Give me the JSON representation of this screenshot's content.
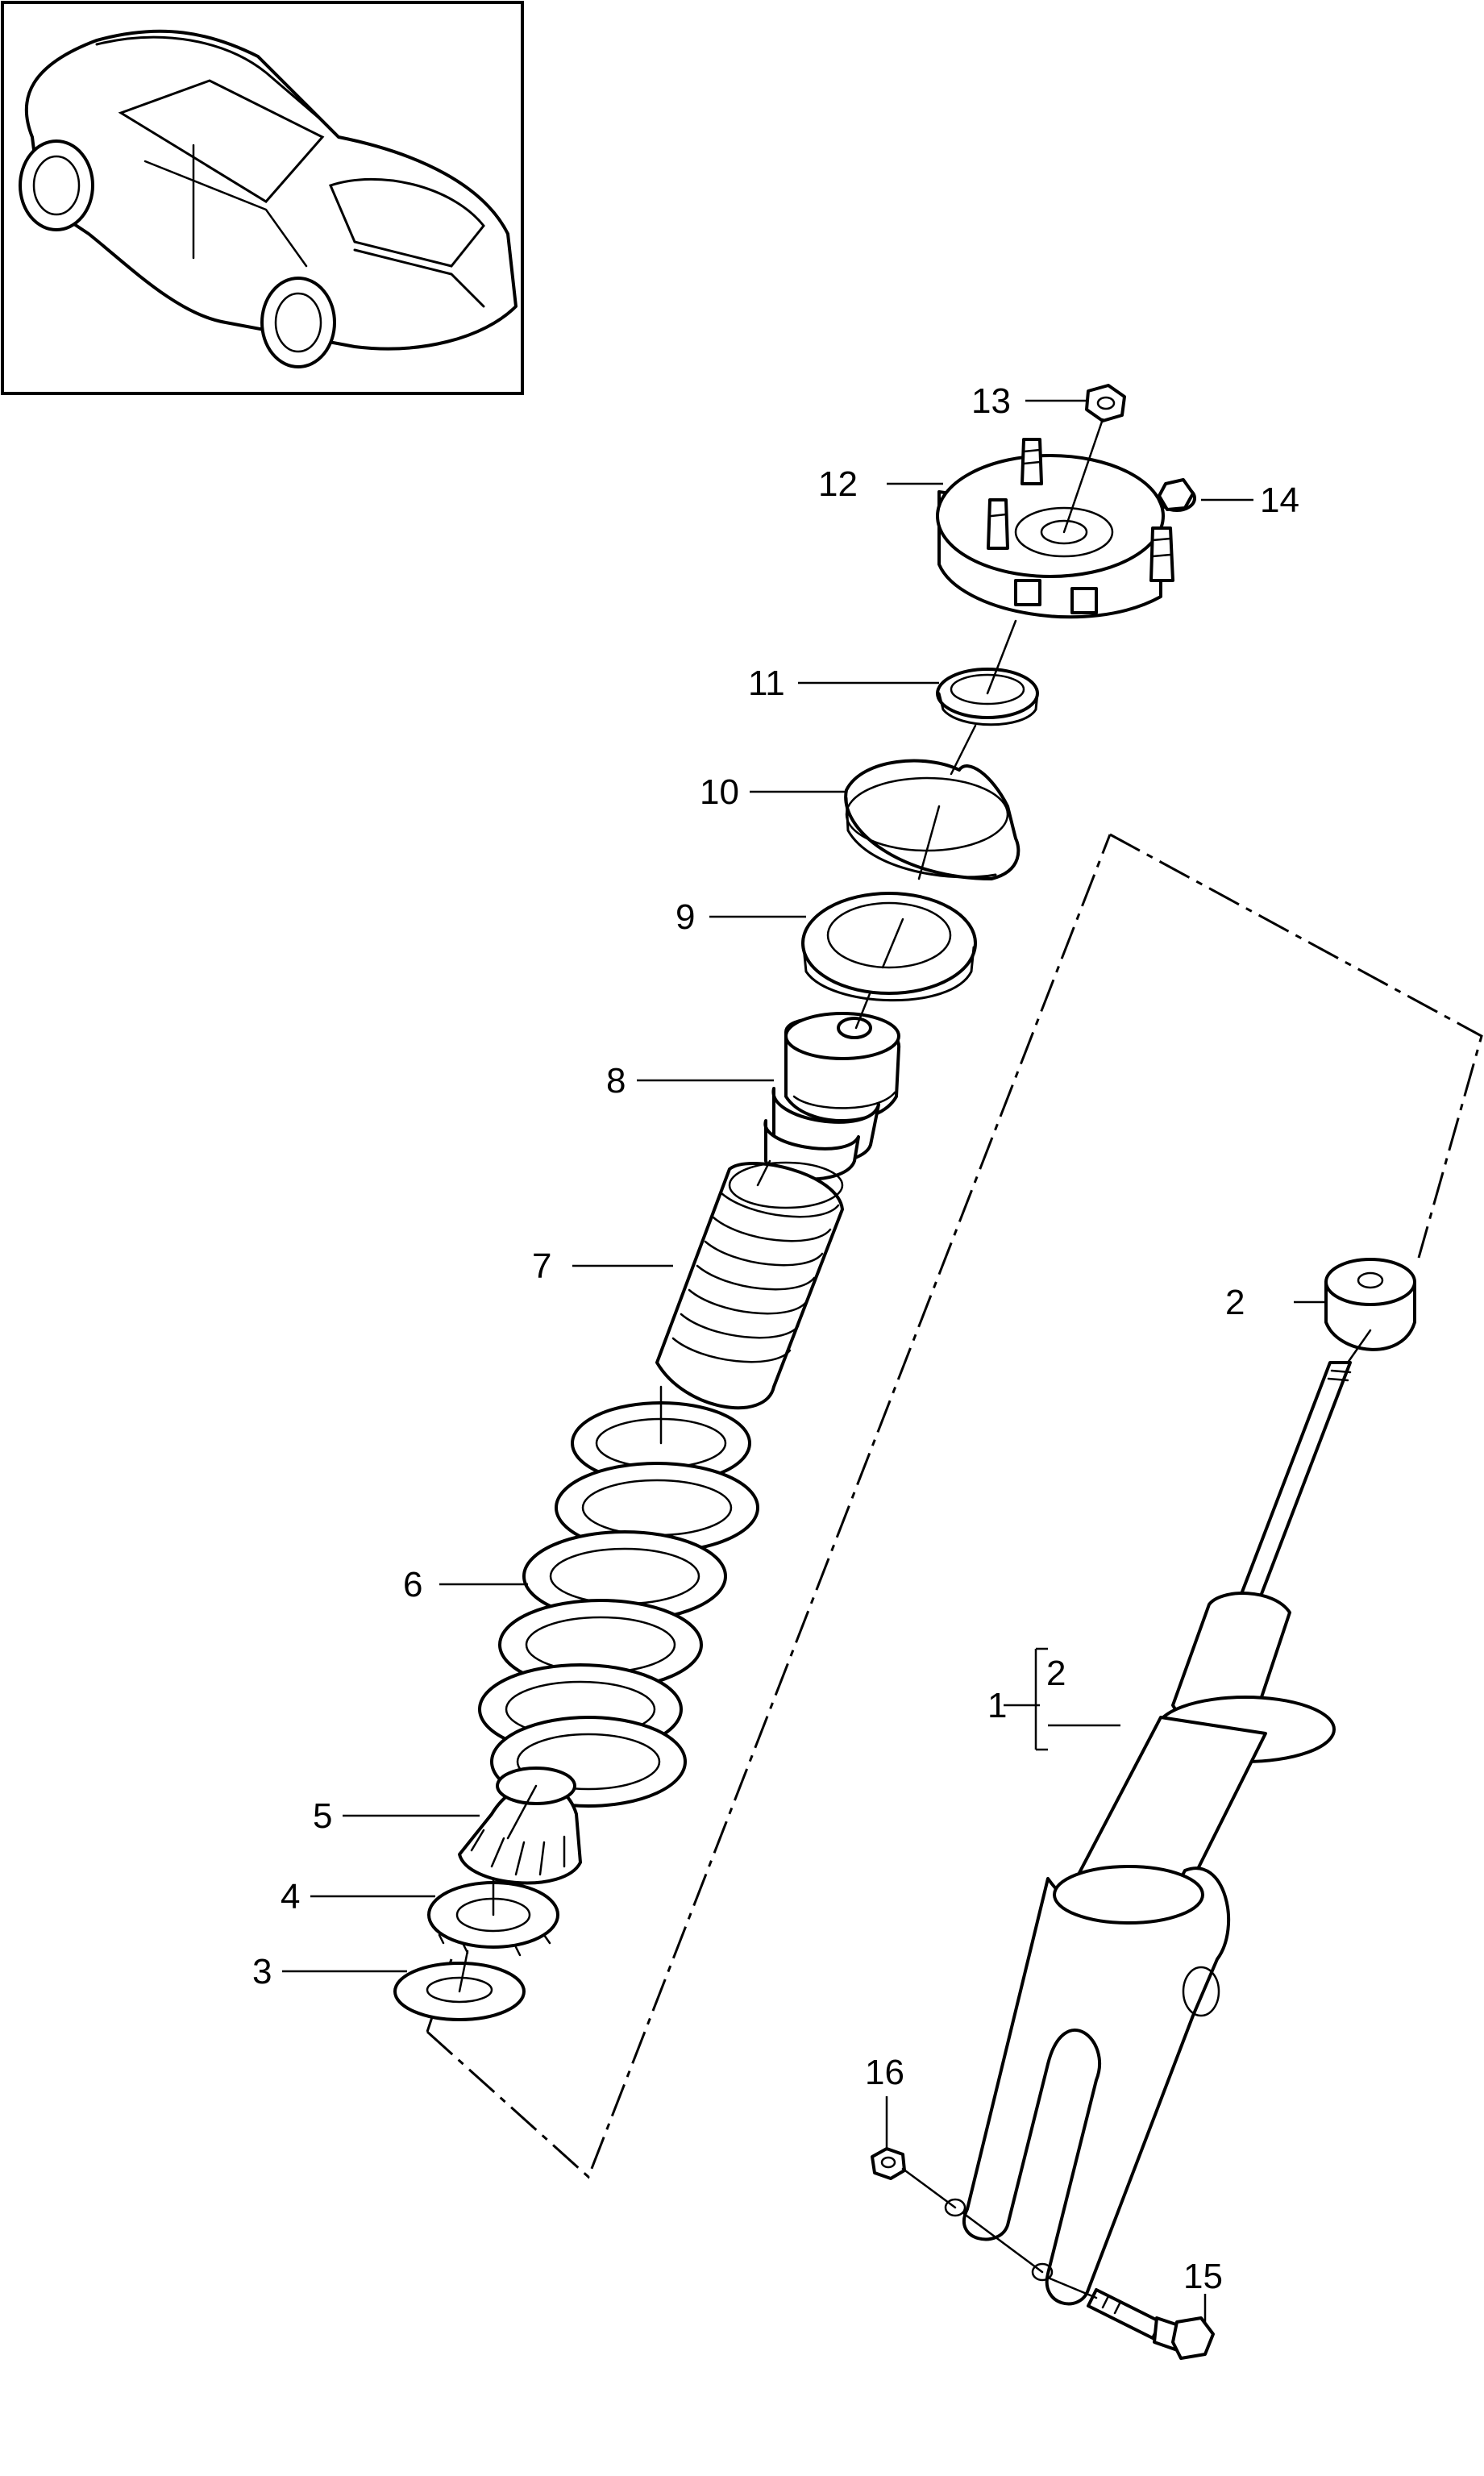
{
  "diagram": {
    "labels": {
      "l1": "1",
      "l2a": "2",
      "l2b": "2",
      "l3": "3",
      "l4": "4",
      "l5": "5",
      "l6": "6",
      "l7": "7",
      "l8": "8",
      "l9": "9",
      "l10": "10",
      "l11": "11",
      "l12": "12",
      "l13": "13",
      "l14": "14",
      "l15": "15",
      "l16": "16"
    }
  }
}
